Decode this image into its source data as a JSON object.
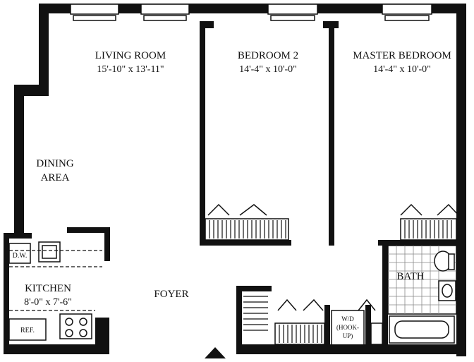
{
  "rooms": {
    "living": {
      "name": "LIVING ROOM",
      "dims": "15'-10\" x 13'-11\""
    },
    "bedroom2": {
      "name": "BEDROOM 2",
      "dims": "14'-4\" x 10'-0\""
    },
    "master": {
      "name": "MASTER BEDROOM",
      "dims": "14'-4\" x 10'-0\""
    },
    "dining": {
      "line1": "DINING",
      "line2": "AREA"
    },
    "kitchen": {
      "name": "KITCHEN",
      "dims": "8'-0\" x 7'-6\""
    },
    "foyer": {
      "name": "FOYER"
    },
    "bath": {
      "name": "BATH"
    }
  },
  "fixtures": {
    "dw": "D.W.",
    "ref": "REF.",
    "wd_line1": "W/D",
    "wd_line2": "(HOOK-",
    "wd_line3": "UP)"
  }
}
